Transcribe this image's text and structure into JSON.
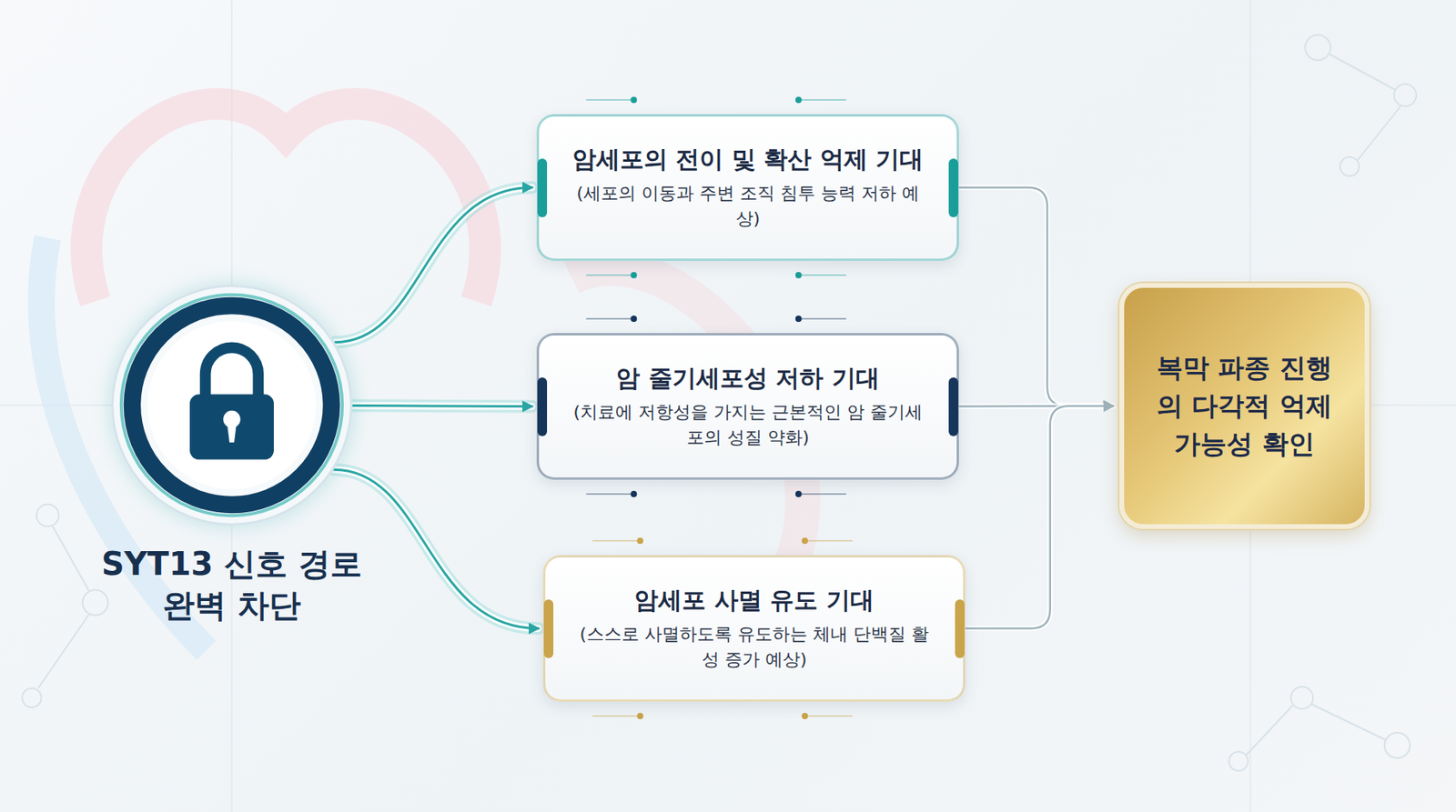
{
  "diagram": {
    "nodes": [
      {
        "text": [
          "SYT13 신호 경로 완벽 차단"
        ]
      },
      {
        "text": [
          "암세포의 전이 및 확산 억제 기대",
          "(세포의 이동과 주변 조직 침투 능력 저하 예상)"
        ]
      },
      {
        "text": [
          "암 줄기세포성 저하 기대",
          "(치료에 저항성을 가지는 근본적인 암 줄기세포의 성질 약화)"
        ]
      },
      {
        "text": [
          "암세포 사멸 유도 기대",
          "(스스로 사멸하도록 유도하는 체내 단백질 활성 증가 예상)"
        ]
      },
      {
        "text": [
          "복막 파종 진행의 다각적 억제 가능성 확인"
        ]
      }
    ],
    "edges": [
      {
        "from": 0,
        "to": 1,
        "arrow": "to"
      },
      {
        "from": 0,
        "to": 2,
        "arrow": "to"
      },
      {
        "from": 0,
        "to": 3,
        "arrow": "to"
      },
      {
        "from": 1,
        "to": 4,
        "arrow": "to"
      },
      {
        "from": 2,
        "to": 4,
        "arrow": "to"
      },
      {
        "from": 3,
        "to": 4,
        "arrow": "to"
      }
    ]
  }
}
